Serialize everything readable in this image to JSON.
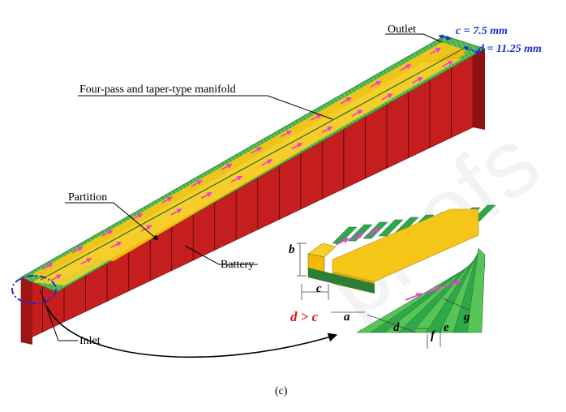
{
  "labels": {
    "outlet": "Outlet",
    "manifold": "Four-pass and taper-type manifold",
    "partition": "Partition",
    "battery": "Battery",
    "inlet": "Inlet"
  },
  "dimensions": {
    "c": "c = 7.5 mm",
    "d": "d = 11.25 mm"
  },
  "detail_letters": {
    "a": "a",
    "b": "b",
    "c": "c",
    "d": "d",
    "e": "e",
    "f": "f",
    "g": "g"
  },
  "inequality": "d > c",
  "caption": "(c)",
  "watermark": "pr  ofs",
  "colors": {
    "battery_front": "#c41e1e",
    "battery_side": "#8f1212",
    "manifold_yellow": "#f5c518",
    "channel_green": "#2fa84a",
    "flow_arrow": "#e83fd6",
    "dimension_blue": "#1f2bd6",
    "highlight_red": "#e01515"
  }
}
